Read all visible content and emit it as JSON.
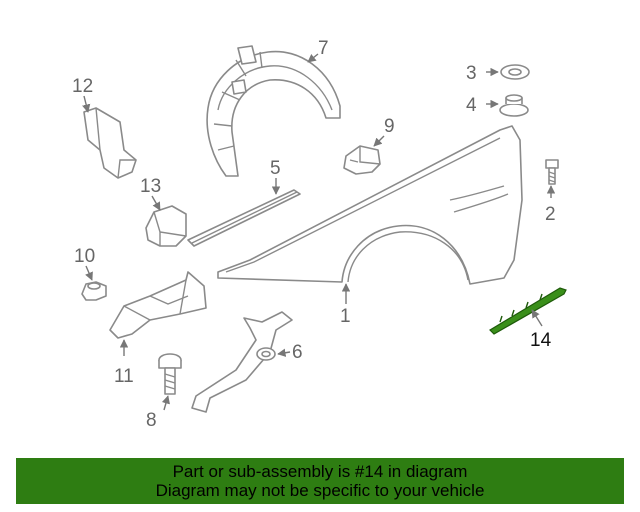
{
  "callouts": [
    {
      "id": "1",
      "label": "1"
    },
    {
      "id": "2",
      "label": "2"
    },
    {
      "id": "3",
      "label": "3"
    },
    {
      "id": "4",
      "label": "4"
    },
    {
      "id": "5",
      "label": "5"
    },
    {
      "id": "6",
      "label": "6"
    },
    {
      "id": "7",
      "label": "7"
    },
    {
      "id": "8",
      "label": "8"
    },
    {
      "id": "9",
      "label": "9"
    },
    {
      "id": "10",
      "label": "10"
    },
    {
      "id": "11",
      "label": "11"
    },
    {
      "id": "12",
      "label": "12"
    },
    {
      "id": "13",
      "label": "13"
    },
    {
      "id": "14",
      "label": "14"
    }
  ],
  "highlight_color": "#2e7d12",
  "banner": {
    "line1": "Part or sub-assembly is #14 in diagram",
    "line2": "Diagram may not be specific to your vehicle"
  }
}
